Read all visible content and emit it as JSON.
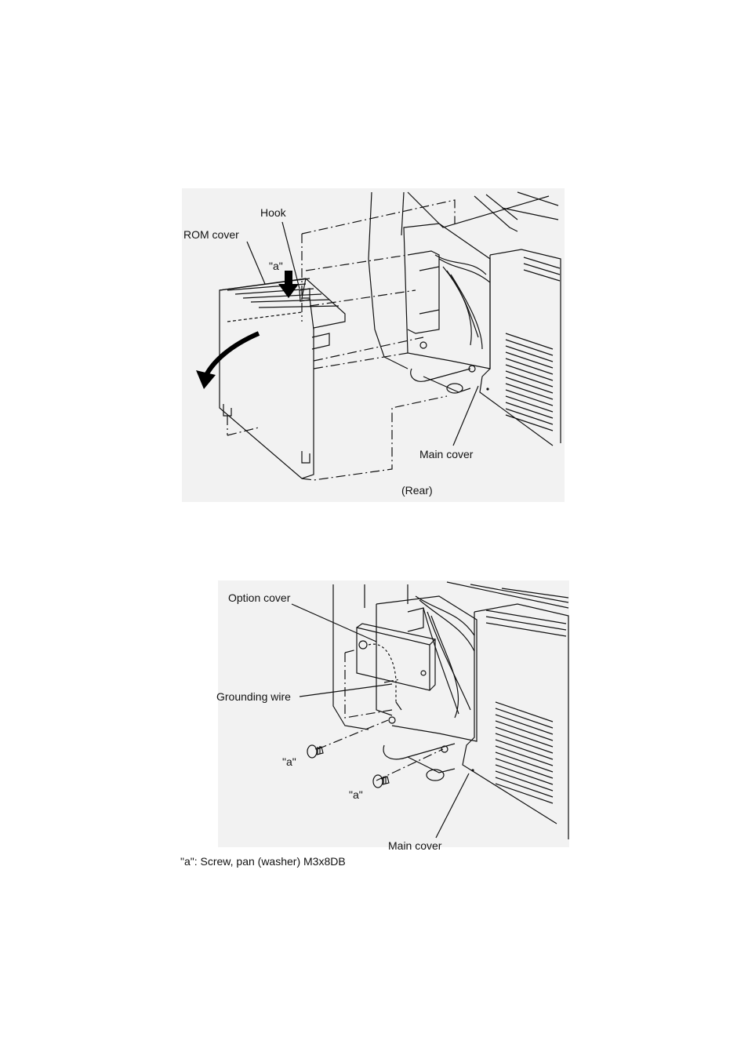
{
  "figure1": {
    "labels": {
      "hook": "Hook",
      "rom_cover": "ROM cover",
      "screw_ref": "\"a\"",
      "main_cover": "Main cover",
      "view": "(Rear)"
    }
  },
  "figure2": {
    "labels": {
      "option_cover": "Option cover",
      "grounding_wire": "Grounding wire",
      "screw_ref_1": "\"a\"",
      "screw_ref_2": "\"a\"",
      "main_cover": "Main cover"
    }
  },
  "legend": {
    "screw_note": "\"a\":  Screw, pan (washer) M3x8DB"
  }
}
